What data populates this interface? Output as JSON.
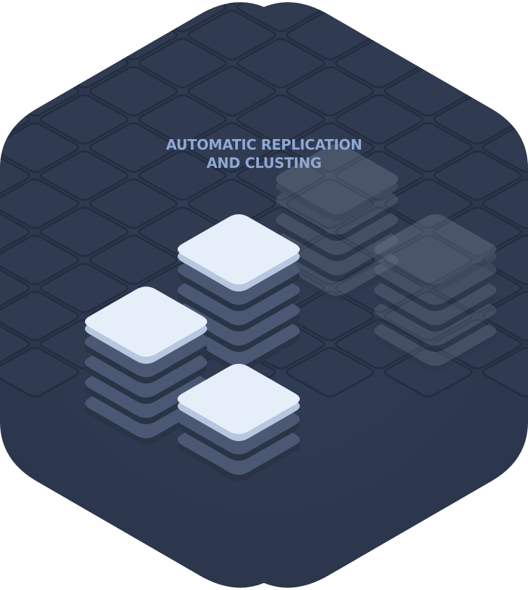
{
  "heading": {
    "line1": "AUTOMATIC REPLICATION",
    "line2": "AND CLUSTING"
  },
  "colors": {
    "hexagon": "#2f3a4f",
    "tile_line": "#242e40",
    "block_top": "#e6eefa",
    "block_edge": "#b8c7e0",
    "layer": "#4a5874",
    "layer_shadow": "#2a3447",
    "ghost_top": "#7a8598",
    "title": "#8fa8d2"
  },
  "stacks": [
    {
      "name": "stack-back",
      "layers": 5,
      "ghost": false
    },
    {
      "name": "stack-left",
      "layers": 5,
      "ghost": false
    },
    {
      "name": "stack-front",
      "layers": 3,
      "ghost": false
    },
    {
      "name": "ghost-stack-back",
      "layers": 5,
      "ghost": true
    },
    {
      "name": "ghost-stack-right",
      "layers": 5,
      "ghost": true
    }
  ]
}
